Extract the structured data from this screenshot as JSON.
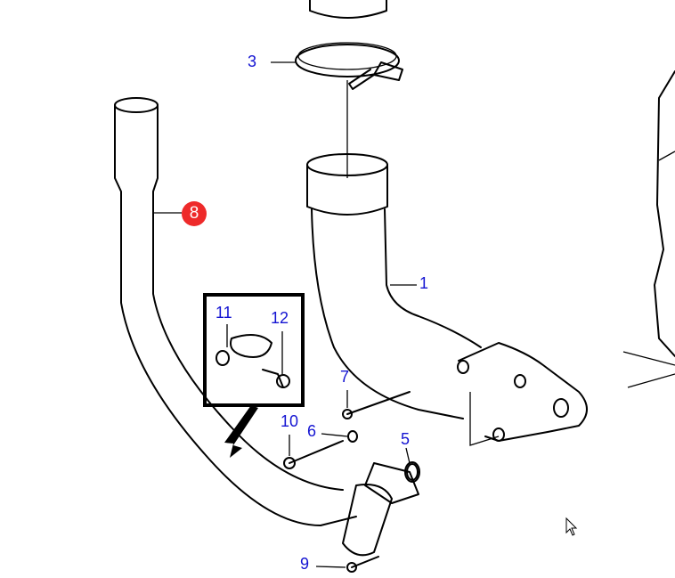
{
  "diagram": {
    "callouts": [
      {
        "id": "1",
        "label": "1"
      },
      {
        "id": "3",
        "label": "3"
      },
      {
        "id": "5",
        "label": "5"
      },
      {
        "id": "6",
        "label": "6"
      },
      {
        "id": "7",
        "label": "7"
      },
      {
        "id": "8",
        "label": "8",
        "highlighted": true
      },
      {
        "id": "9",
        "label": "9"
      },
      {
        "id": "10",
        "label": "10"
      },
      {
        "id": "11",
        "label": "11"
      },
      {
        "id": "12",
        "label": "12"
      }
    ],
    "colors": {
      "callout": "#1414d2",
      "highlight": "#ee2a2a"
    }
  }
}
